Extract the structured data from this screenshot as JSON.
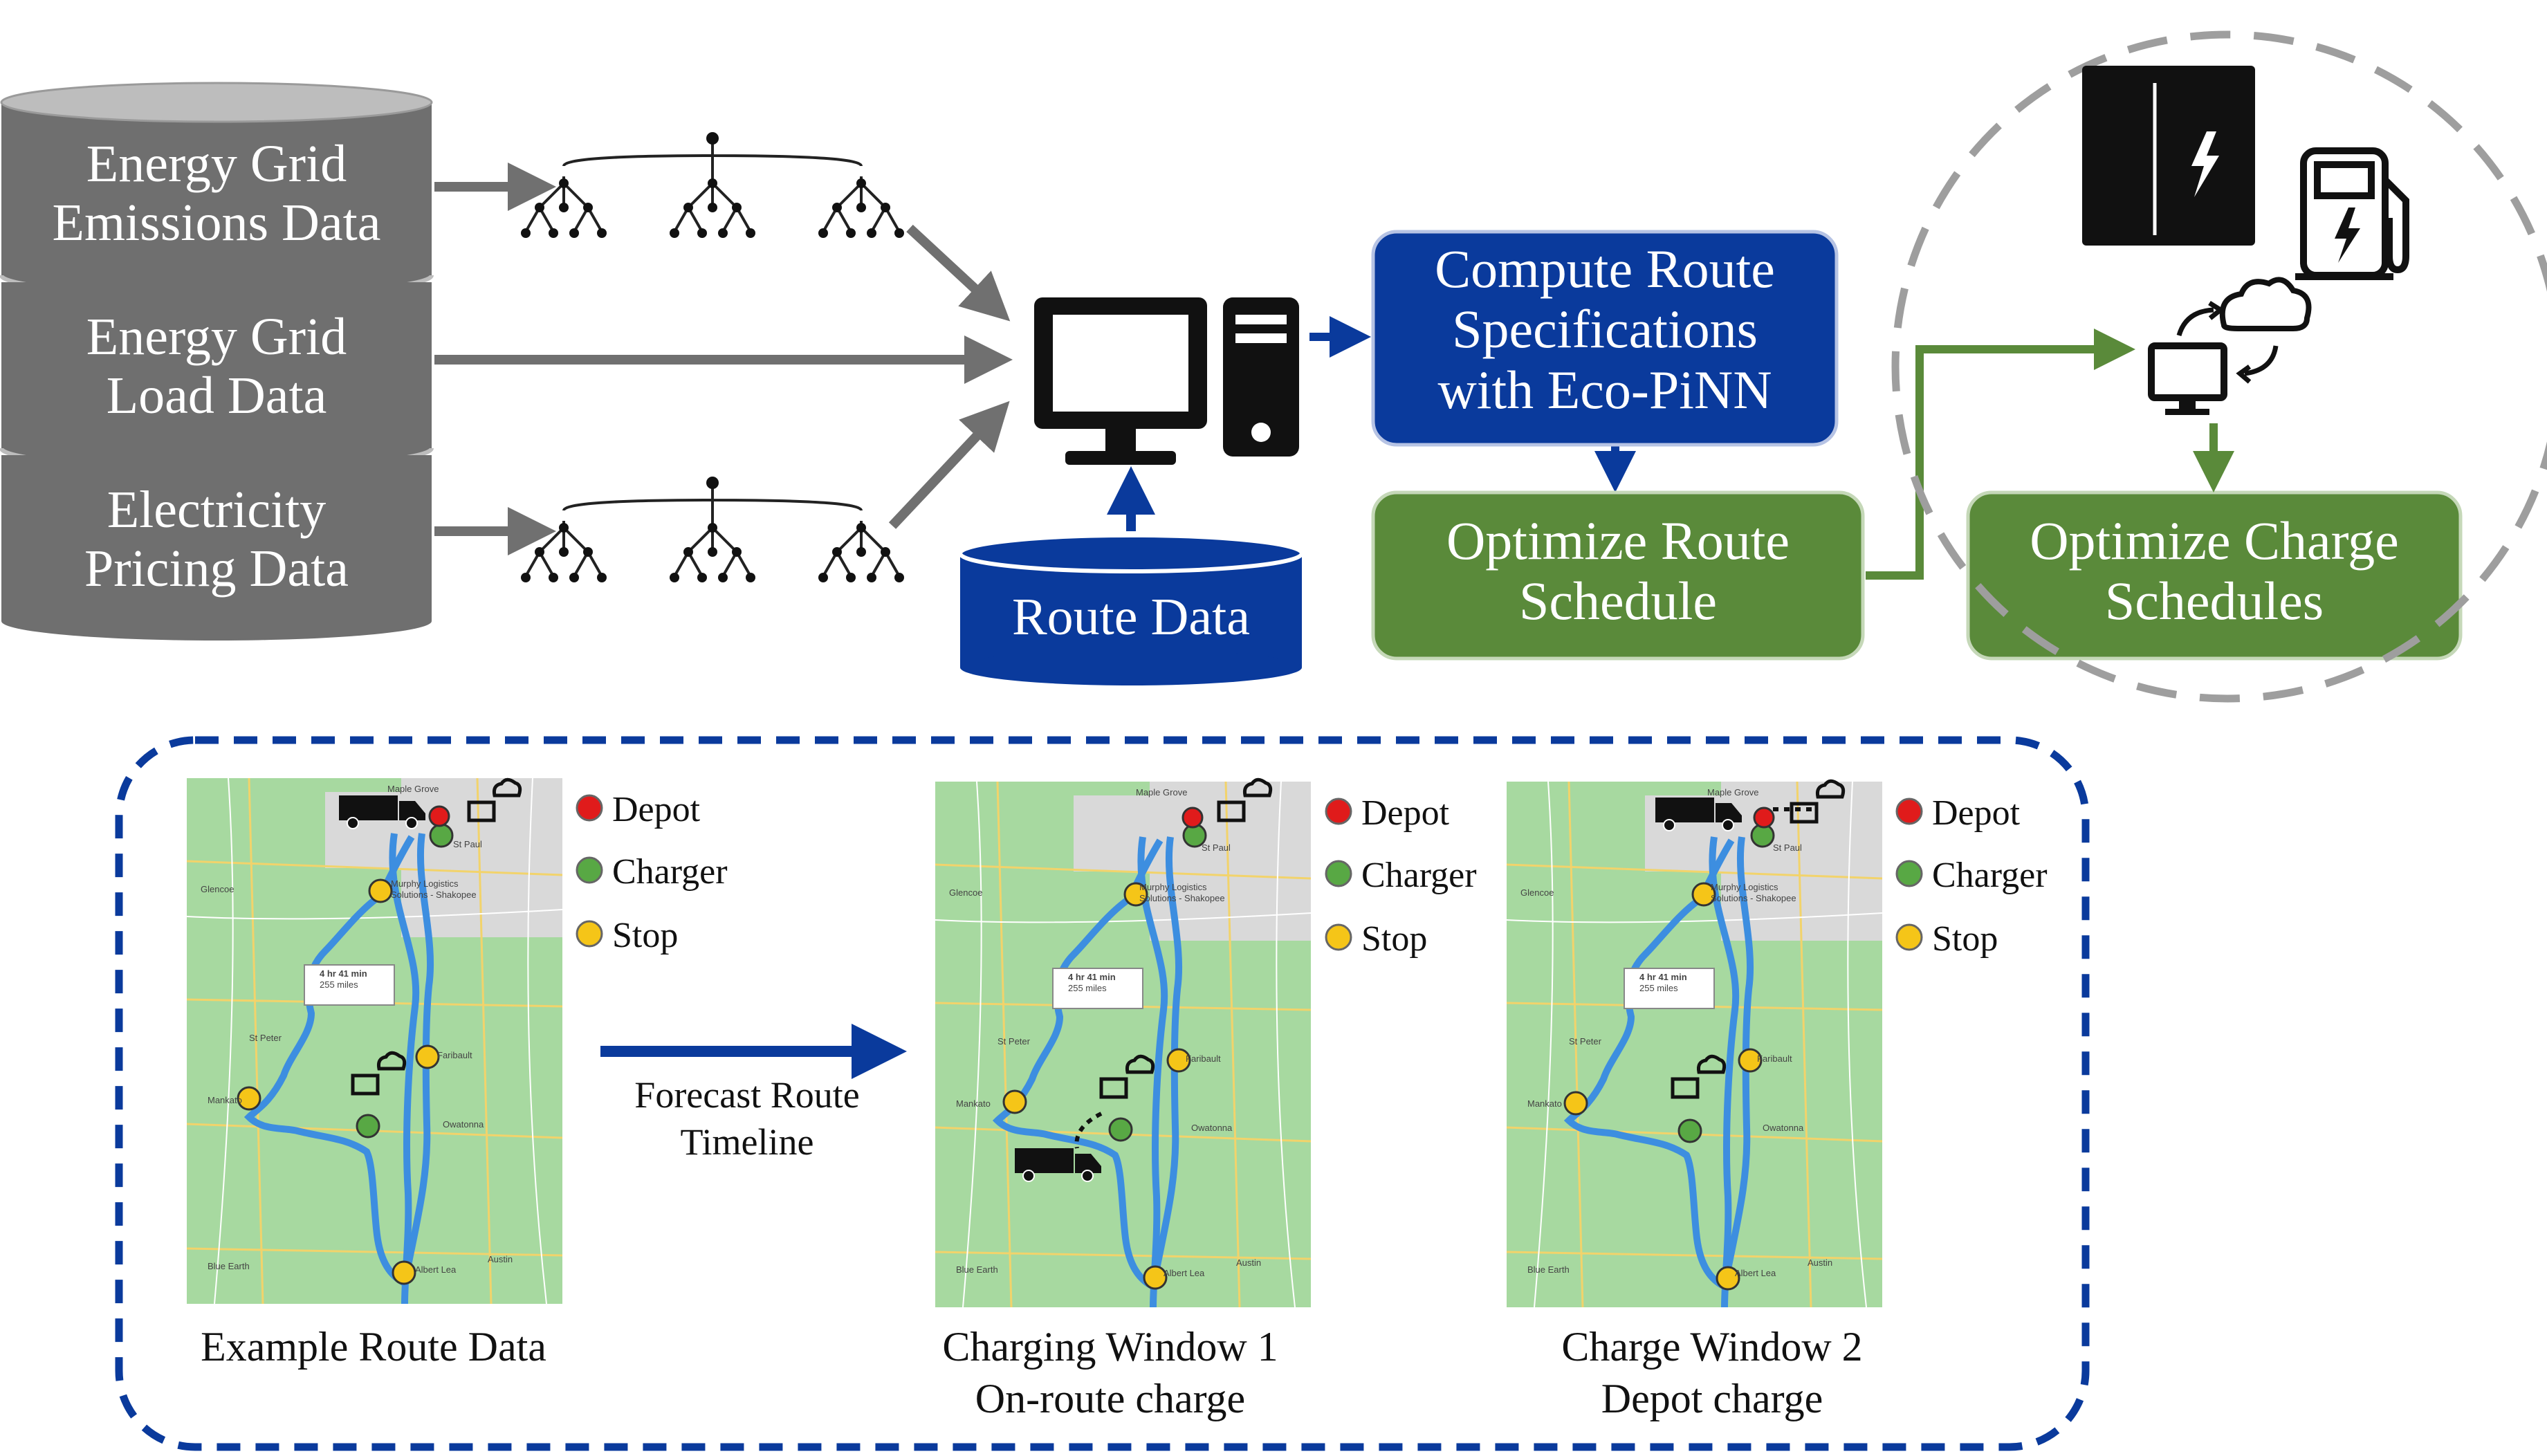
{
  "colors": {
    "db_gray": "#6f6f6f",
    "db_top": "#bdbdbd",
    "blue": "#0a3a9c",
    "green": "#5a8a3a",
    "arrow_gray": "#707070",
    "dashed_gray": "#9e9e9e",
    "map_bg": "#a7d9a0",
    "route_blue": "#3d8ee0",
    "depot": "#e01b1b",
    "charger": "#58a844",
    "stop": "#f5c518"
  },
  "databases": [
    {
      "line1": "Energy Grid",
      "line2": "Emissions Data"
    },
    {
      "line1": "Energy Grid",
      "line2": "Load Data"
    },
    {
      "line1": "Electricity",
      "line2": "Pricing Data"
    }
  ],
  "route_data": {
    "label": "Route Data"
  },
  "compute_box": {
    "line1": "Compute Route",
    "line2": "Specifications",
    "line3": "with Eco-PiNN"
  },
  "optimize_route": {
    "line1": "Optimize Route",
    "line2": "Schedule"
  },
  "optimize_charge": {
    "line1": "Optimize Charge",
    "line2": "Schedules"
  },
  "legend": {
    "depot": "Depot",
    "charger": "Charger",
    "stop": "Stop"
  },
  "forecast_arrow": {
    "line1": "Forecast Route",
    "line2": "Timeline"
  },
  "maps": [
    {
      "caption1": "Example Route Data",
      "caption2": ""
    },
    {
      "caption1": "Charging Window 1",
      "caption2": "On-route charge"
    },
    {
      "caption1": "Charge Window 2",
      "caption2": "Depot charge"
    }
  ],
  "map_labels": {
    "maple_grove": "Maple Grove",
    "st_paul": "St Paul",
    "murphy": "Murphy Logistics",
    "murphy2": "Solutions - Shakopee",
    "glencoe": "Glencoe",
    "st_peter": "St Peter",
    "mankato": "Mankato",
    "faribault": "Faribault",
    "owatonna": "Owatonna",
    "blue_earth": "Blue Earth",
    "albert_lea": "Albert Lea",
    "austin": "Austin",
    "duration": "4 hr 41 min",
    "distance": "255 miles"
  }
}
